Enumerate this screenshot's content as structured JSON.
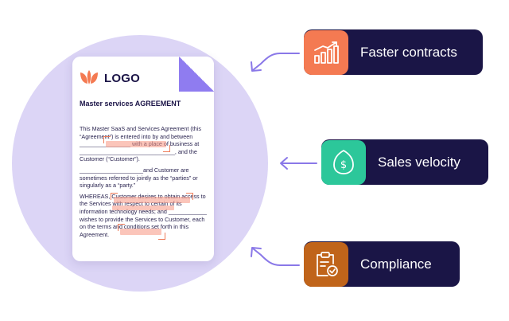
{
  "document": {
    "logo_text": "LOGO",
    "title": "Master services AGREEMENT",
    "paragraphs": [
      "This Master SaaS and Services Agreement (this “Agreement”) is entered into by and between ________________ with a place of business at ______________________________, and the Customer (“Customer”).",
      "____________________and Customer are sometimes referred to jointly as the “parties” or singularly as a “party.”",
      "WHEREAS, Customer desires to obtain access to the Services with respect to certain of its information technology needs; and ____________ wishes to provide the Services to Customer, each on the terms and conditions set forth in this Agreement."
    ]
  },
  "features": [
    {
      "label": "Faster contracts",
      "icon": "bar-chart-trend-icon",
      "color": "#f47a52"
    },
    {
      "label": "Sales velocity",
      "icon": "dollar-shield-icon",
      "color": "#2cc79a"
    },
    {
      "label": "Compliance",
      "icon": "clipboard-check-icon",
      "color": "#c0641a"
    }
  ],
  "colors": {
    "card_background": "#1a1546",
    "circle": "#dcd5f6",
    "arrow": "#8a78e8",
    "logo": "#f47a52"
  }
}
